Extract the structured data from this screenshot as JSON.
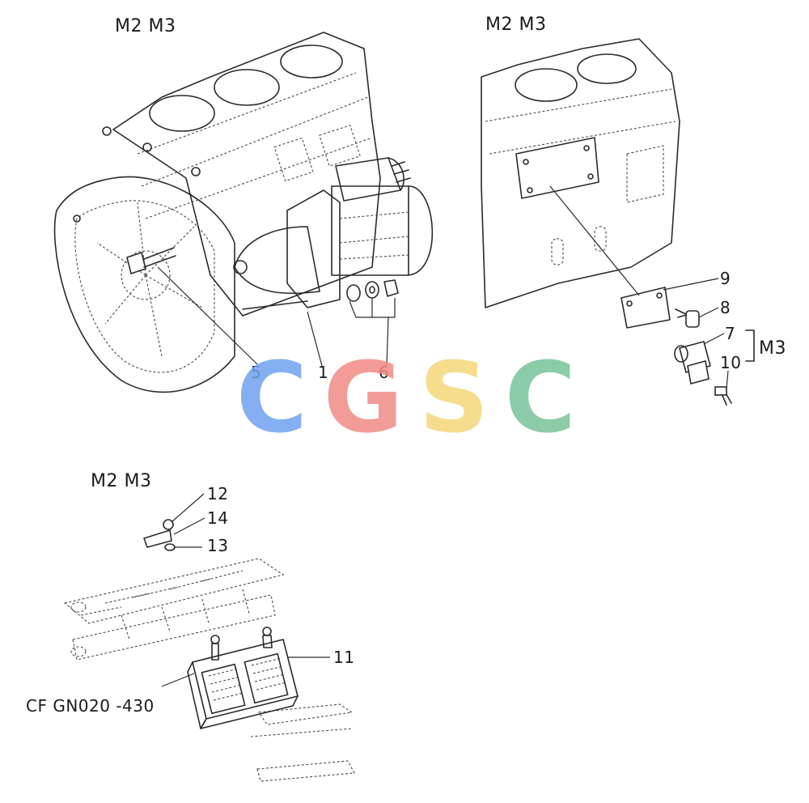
{
  "views": [
    {
      "model_label": "M2 M3",
      "callouts": [
        "5",
        "1",
        "6"
      ]
    },
    {
      "model_label": "M2 M3",
      "callouts": [
        "9",
        "8",
        "7",
        "10"
      ],
      "bracket_label": "M3"
    },
    {
      "model_label": "M2 M3",
      "callouts": [
        "12",
        "14",
        "13",
        "11"
      ],
      "reference": "CF GN020 -430"
    }
  ],
  "watermark": {
    "letters": [
      "C",
      "G",
      "S",
      "C"
    ],
    "colors": [
      "#6fa3f0",
      "#f08a86",
      "#f5d77a",
      "#79c29a"
    ]
  }
}
